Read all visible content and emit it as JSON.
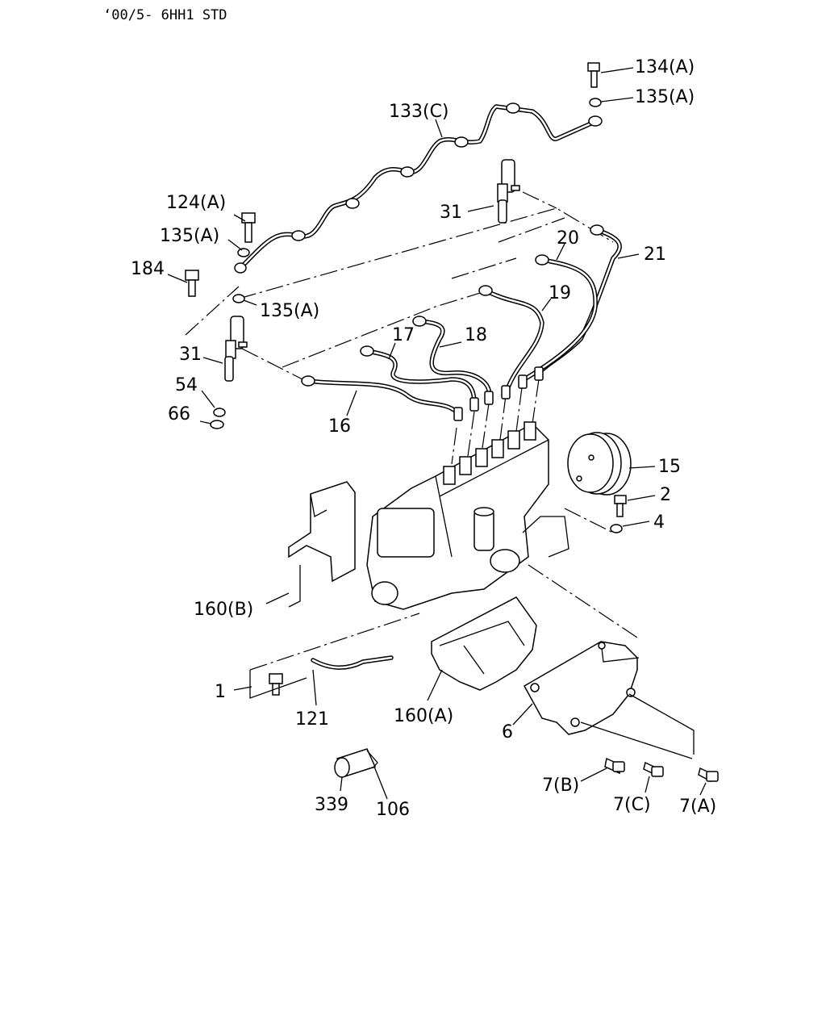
{
  "header": {
    "code": "‘00/5- 6HH1 STD"
  },
  "callouts": {
    "c134A": "134(A)",
    "c135A_top": "135(A)",
    "c133C": "133(C)",
    "c124A": "124(A)",
    "c135A_left": "135(A)",
    "c184": "184",
    "c135A_mid": "135(A)",
    "c31_upper": "31",
    "c31_lower": "31",
    "c20": "20",
    "c21": "21",
    "c19": "19",
    "c17": "17",
    "c18": "18",
    "c16": "16",
    "c54": "54",
    "c66": "66",
    "c15": "15",
    "c2": "2",
    "c4": "4",
    "c160B": "160(B)",
    "c1": "1",
    "c121": "121",
    "c160A": "160(A)",
    "c6": "6",
    "c339": "339",
    "c106": "106",
    "c7B": "7(B)",
    "c7C": "7(C)",
    "c7A": "7(A)"
  }
}
